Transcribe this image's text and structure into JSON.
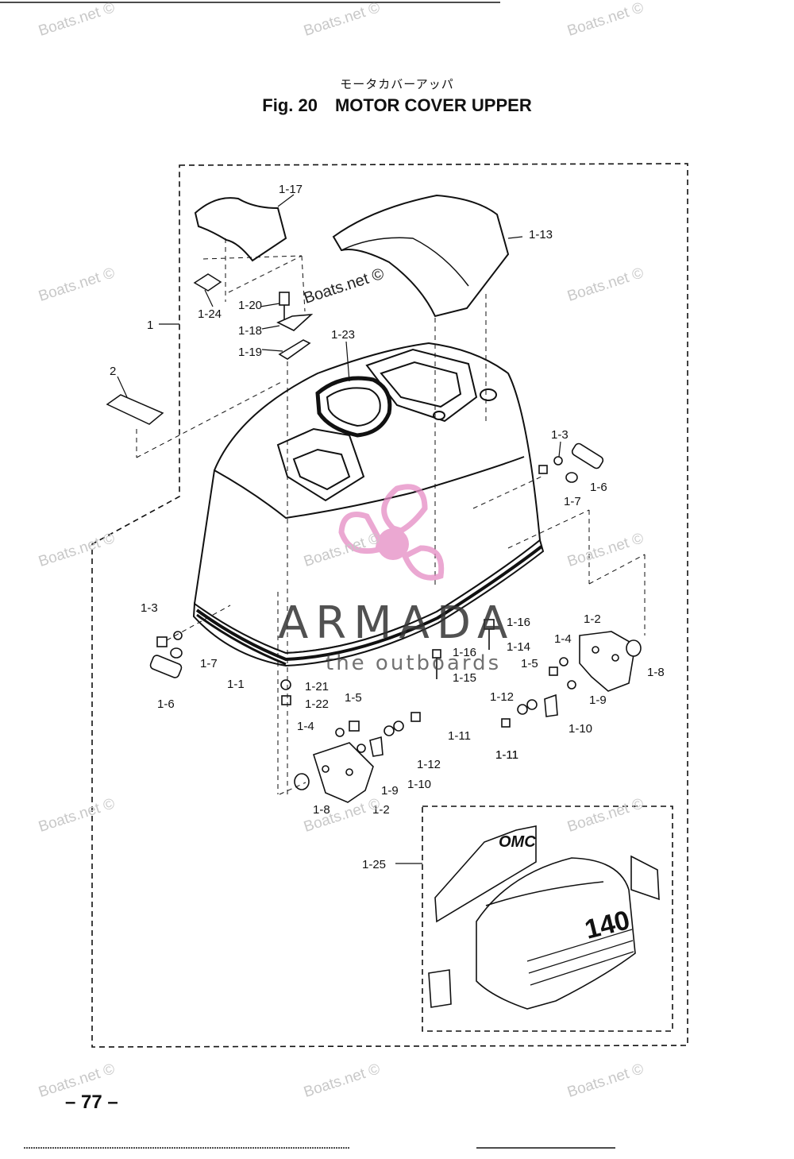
{
  "header": {
    "japanese_title": "モータカバーアッパ",
    "figure_number": "Fig. 20",
    "title": "MOTOR COVER UPPER"
  },
  "page_number": "– 77 –",
  "watermarks": {
    "site": "Boats.net ©",
    "brand": "ARMADA",
    "brand_tagline": "the outboards"
  },
  "decals": {
    "logo": "OMC",
    "model_number": "140"
  },
  "part_labels": [
    "1-17",
    "1-13",
    "1-24",
    "1-20",
    "1-18",
    "1-19",
    "1-23",
    "1",
    "2",
    "1-3",
    "1-6",
    "1-7",
    "1-3",
    "1-7",
    "1-6",
    "1-1",
    "1-21",
    "1-22",
    "1-16",
    "1-14",
    "1-16",
    "1-15",
    "1-2",
    "1-4",
    "1-5",
    "1-8",
    "1-9",
    "1-12",
    "1-10",
    "1-11",
    "1-11",
    "1-5",
    "1-4",
    "1-12",
    "1-10",
    "1-9",
    "1-8",
    "1-2",
    "1-11",
    "1-25"
  ],
  "colors": {
    "ink": "#111111",
    "watermark": "#c8c8c8",
    "brand_pink": "#e58bc4"
  }
}
